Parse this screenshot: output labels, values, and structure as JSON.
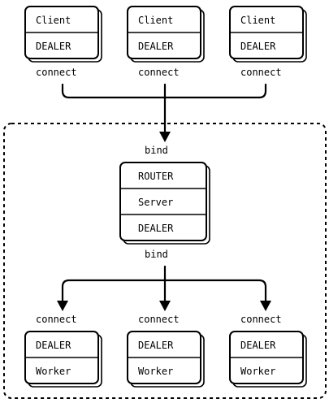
{
  "clients": [
    {
      "top": "Client",
      "bottom": "DEALER",
      "connect": "connect"
    },
    {
      "top": "Client",
      "bottom": "DEALER",
      "connect": "connect"
    },
    {
      "top": "Client",
      "bottom": "DEALER",
      "connect": "connect"
    }
  ],
  "broker": {
    "bind_top": "bind",
    "frontend": "ROUTER",
    "name": "Server",
    "backend": "DEALER",
    "bind_bottom": "bind"
  },
  "workers": [
    {
      "connect": "connect",
      "top": "DEALER",
      "bottom": "Worker"
    },
    {
      "connect": "connect",
      "top": "DEALER",
      "bottom": "Worker"
    },
    {
      "connect": "connect",
      "top": "DEALER",
      "bottom": "Worker"
    }
  ]
}
